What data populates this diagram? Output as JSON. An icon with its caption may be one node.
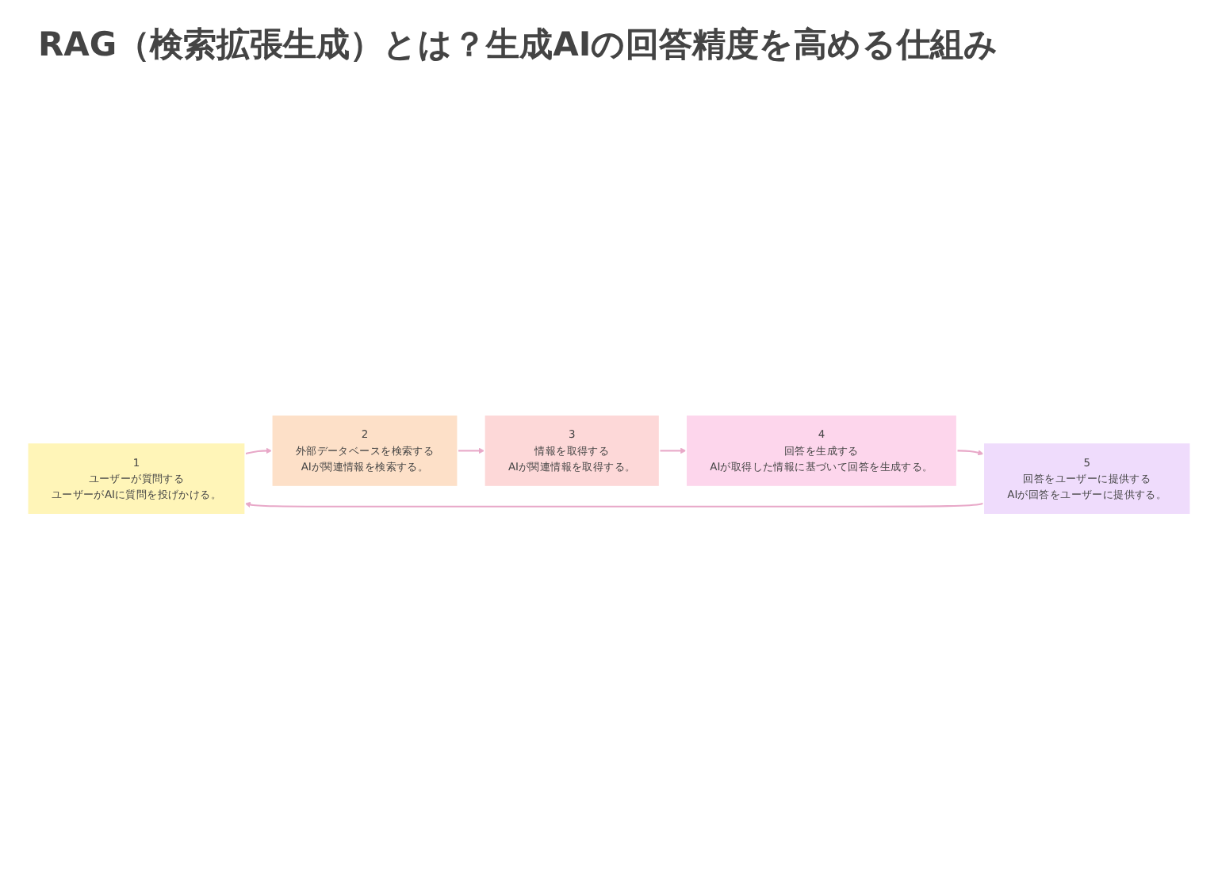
{
  "diagram": {
    "title": "RAG（検索拡張生成）とは？生成AIの回答精度を高める仕組み",
    "nodes": [
      {
        "text": [
          "1",
          "ユーザーが質問する",
          "ユーザーがAIに質問を投げかける。"
        ]
      },
      {
        "text": [
          "2",
          "外部データベースを検索する",
          "AIが関連情報を検索する。"
        ]
      },
      {
        "text": [
          "3",
          "情報を取得する",
          "AIが関連情報を取得する。"
        ]
      },
      {
        "text": [
          "4",
          "回答を生成する",
          "AIが取得した情報に基づいて回答を生成する。"
        ]
      },
      {
        "text": [
          "5",
          "回答をユーザーに提供する",
          "AIが回答をユーザーに提供する。"
        ]
      }
    ],
    "edges": [
      {
        "from": 0,
        "to": 1,
        "arrow": "to"
      },
      {
        "from": 1,
        "to": 2,
        "arrow": "to"
      },
      {
        "from": 2,
        "to": 3,
        "arrow": "to"
      },
      {
        "from": 3,
        "to": 4,
        "arrow": "to"
      },
      {
        "from": 4,
        "to": 0,
        "arrow": "to"
      }
    ]
  }
}
